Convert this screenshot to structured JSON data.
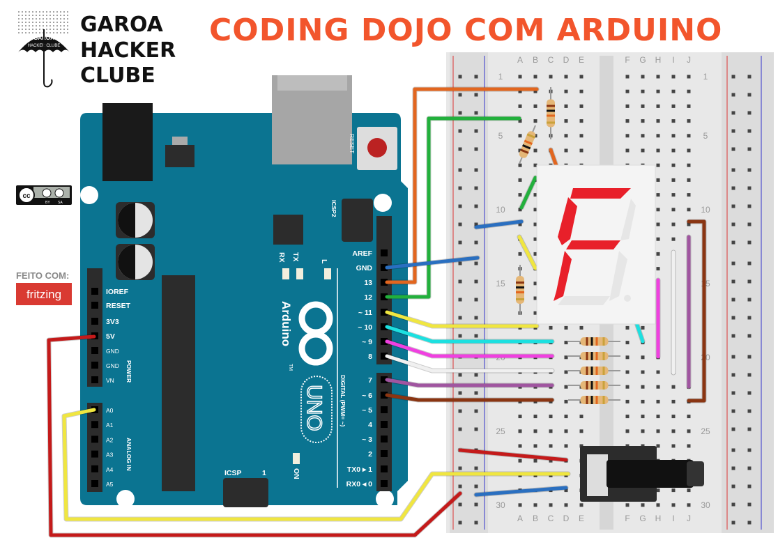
{
  "title": "CODING DOJO COM ARDUINO",
  "logo": {
    "line1": "GAROA",
    "line2": "HACKER",
    "line3": "CLUBE",
    "umbrella_text1": "GAROA",
    "umbrella_text2": "HACKER CLUBE"
  },
  "license": {
    "cc": "cc",
    "by": "BY",
    "sa": "SA"
  },
  "made_with": {
    "label": "FEITO COM:",
    "brand": "fritzing"
  },
  "arduino": {
    "reset": "RESET",
    "icsp2": "ICSP2",
    "icsp": "ICSP",
    "icsp_1": "1",
    "rx": "RX",
    "tx": "TX",
    "l": "L",
    "brand": "Arduino",
    "model": "UNO",
    "tm": "TM",
    "on": "ON",
    "digital_label": "DIGITAL (PWM= ~)",
    "digital_pins": [
      "AREF",
      "GND",
      "13",
      "12",
      "~ 11",
      "~ 10",
      "~ 9",
      "8",
      "7",
      "~ 6",
      "~ 5",
      "4",
      "~ 3",
      "2",
      "TX0 ▸ 1",
      "RX0 ◂ 0"
    ],
    "power_pins": [
      "IOREF",
      "RESET",
      "3V3",
      "5V",
      "GND",
      "GND",
      "VN"
    ],
    "power_label": "POWER",
    "analog_pins": [
      "A0",
      "A1",
      "A2",
      "A3",
      "A4",
      "A5"
    ],
    "analog_label": "ANALOG IN"
  },
  "breadboard": {
    "columns_left": [
      "A",
      "B",
      "C",
      "D",
      "E"
    ],
    "columns_right": [
      "F",
      "G",
      "H",
      "I",
      "J"
    ],
    "row_labels": [
      "1",
      "5",
      "10",
      "15",
      "20",
      "25",
      "30"
    ]
  },
  "colors": {
    "board": "#0b7491",
    "title": "#f2552c",
    "breadboard": "#e8e8e8"
  }
}
